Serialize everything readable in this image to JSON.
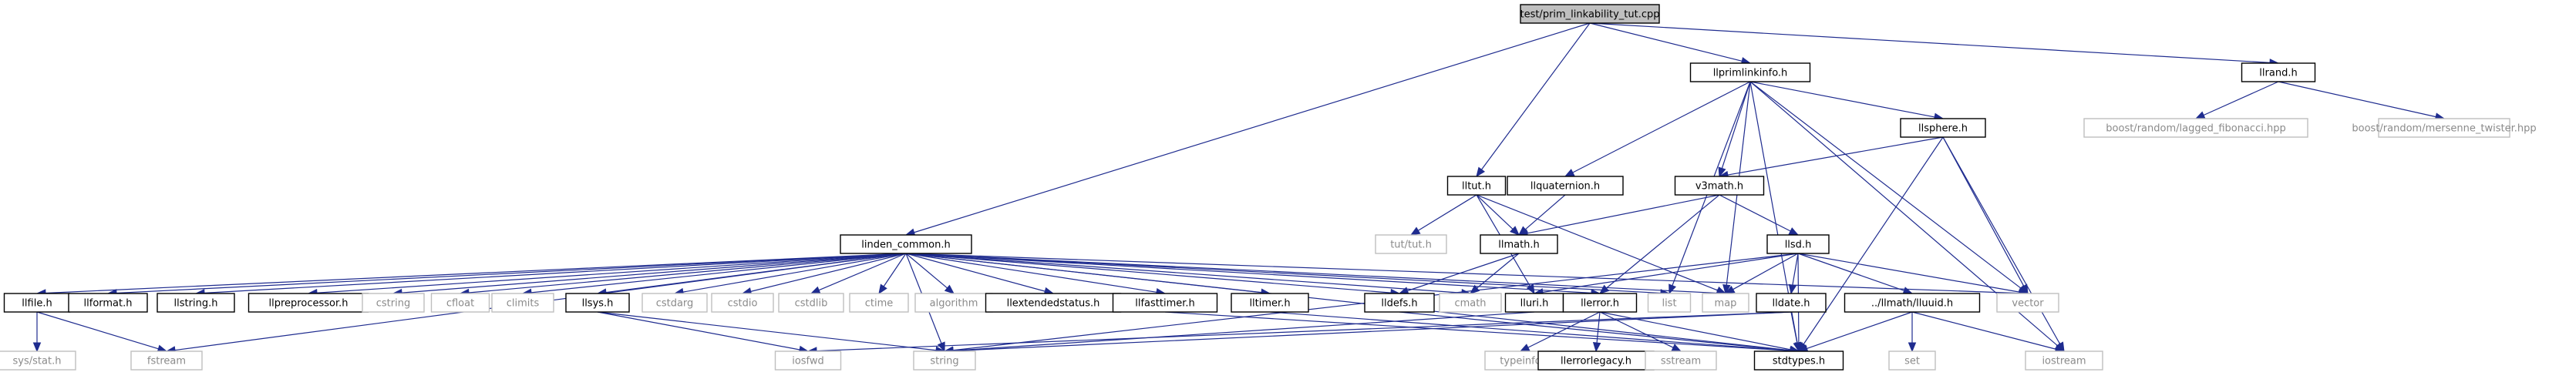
{
  "graph": {
    "root": "test/prim_linkability_tut.cpp",
    "nodes": [
      {
        "id": "root",
        "label": "test/prim_linkability_tut.cpp",
        "kind": "root"
      },
      {
        "id": "llprimlinkinfo",
        "label": "llprimlinkinfo.h",
        "kind": "doc"
      },
      {
        "id": "llrand",
        "label": "llrand.h",
        "kind": "doc"
      },
      {
        "id": "lagged",
        "label": "boost/random/lagged_fibonacci.hpp",
        "kind": "sys"
      },
      {
        "id": "mersenne",
        "label": "boost/random/mersenne_twister.hpp",
        "kind": "sys"
      },
      {
        "id": "llsphere",
        "label": "llsphere.h",
        "kind": "doc"
      },
      {
        "id": "lltut",
        "label": "lltut.h",
        "kind": "doc"
      },
      {
        "id": "llquaternion",
        "label": "llquaternion.h",
        "kind": "doc"
      },
      {
        "id": "v3math",
        "label": "v3math.h",
        "kind": "doc"
      },
      {
        "id": "linden",
        "label": "linden_common.h",
        "kind": "doc"
      },
      {
        "id": "tuttut",
        "label": "tut/tut.h",
        "kind": "sys"
      },
      {
        "id": "llmath",
        "label": "llmath.h",
        "kind": "doc"
      },
      {
        "id": "llsd",
        "label": "llsd.h",
        "kind": "doc"
      },
      {
        "id": "llfile",
        "label": "llfile.h",
        "kind": "doc"
      },
      {
        "id": "llformat",
        "label": "llformat.h",
        "kind": "doc"
      },
      {
        "id": "llstring",
        "label": "llstring.h",
        "kind": "doc"
      },
      {
        "id": "llpreprocessor",
        "label": "llpreprocessor.h",
        "kind": "doc"
      },
      {
        "id": "cstring",
        "label": "cstring",
        "kind": "sys"
      },
      {
        "id": "cfloat",
        "label": "cfloat",
        "kind": "sys"
      },
      {
        "id": "climits",
        "label": "climits",
        "kind": "sys"
      },
      {
        "id": "llsys",
        "label": "llsys.h",
        "kind": "doc"
      },
      {
        "id": "cstdarg",
        "label": "cstdarg",
        "kind": "sys"
      },
      {
        "id": "cstdio",
        "label": "cstdio",
        "kind": "sys"
      },
      {
        "id": "cstdlib",
        "label": "cstdlib",
        "kind": "sys"
      },
      {
        "id": "ctime",
        "label": "ctime",
        "kind": "sys"
      },
      {
        "id": "algorithm",
        "label": "algorithm",
        "kind": "sys"
      },
      {
        "id": "llextendedstatus",
        "label": "llextendedstatus.h",
        "kind": "doc"
      },
      {
        "id": "llfasttimer",
        "label": "llfasttimer.h",
        "kind": "doc"
      },
      {
        "id": "lltimer",
        "label": "lltimer.h",
        "kind": "doc"
      },
      {
        "id": "lldefs",
        "label": "lldefs.h",
        "kind": "doc"
      },
      {
        "id": "cmath",
        "label": "cmath",
        "kind": "sys"
      },
      {
        "id": "lluri",
        "label": "lluri.h",
        "kind": "doc"
      },
      {
        "id": "llerror",
        "label": "llerror.h",
        "kind": "doc"
      },
      {
        "id": "list",
        "label": "list",
        "kind": "sys"
      },
      {
        "id": "map",
        "label": "map",
        "kind": "sys"
      },
      {
        "id": "lldate",
        "label": "lldate.h",
        "kind": "doc"
      },
      {
        "id": "lluuid",
        "label": "../llmath/lluuid.h",
        "kind": "doc"
      },
      {
        "id": "vector",
        "label": "vector",
        "kind": "sys"
      },
      {
        "id": "systat",
        "label": "sys/stat.h",
        "kind": "sys"
      },
      {
        "id": "fstream",
        "label": "fstream",
        "kind": "sys"
      },
      {
        "id": "iosfwd",
        "label": "iosfwd",
        "kind": "sys"
      },
      {
        "id": "string",
        "label": "string",
        "kind": "sys"
      },
      {
        "id": "typeinfo",
        "label": "typeinfo",
        "kind": "sys"
      },
      {
        "id": "llerrorlegacy",
        "label": "llerrorlegacy.h",
        "kind": "doc"
      },
      {
        "id": "sstream",
        "label": "sstream",
        "kind": "sys"
      },
      {
        "id": "stdtypes",
        "label": "stdtypes.h",
        "kind": "doc"
      },
      {
        "id": "set",
        "label": "set",
        "kind": "sys"
      },
      {
        "id": "iostream",
        "label": "iostream",
        "kind": "sys"
      }
    ],
    "edges": [
      [
        "root",
        "llprimlinkinfo"
      ],
      [
        "root",
        "llrand"
      ],
      [
        "root",
        "lltut"
      ],
      [
        "root",
        "linden"
      ],
      [
        "llrand",
        "lagged"
      ],
      [
        "llrand",
        "mersenne"
      ],
      [
        "llprimlinkinfo",
        "llsphere"
      ],
      [
        "llprimlinkinfo",
        "llquaternion"
      ],
      [
        "llprimlinkinfo",
        "v3math"
      ],
      [
        "llprimlinkinfo",
        "list"
      ],
      [
        "llprimlinkinfo",
        "map"
      ],
      [
        "llprimlinkinfo",
        "vector"
      ],
      [
        "llprimlinkinfo",
        "stdtypes"
      ],
      [
        "llprimlinkinfo",
        "iostream"
      ],
      [
        "llsphere",
        "v3math"
      ],
      [
        "llsphere",
        "vector"
      ],
      [
        "llsphere",
        "iostream"
      ],
      [
        "llsphere",
        "stdtypes"
      ],
      [
        "lltut",
        "tuttut"
      ],
      [
        "lltut",
        "llmath"
      ],
      [
        "lltut",
        "lluri"
      ],
      [
        "lltut",
        "map"
      ],
      [
        "llquaternion",
        "llmath"
      ],
      [
        "v3math",
        "llmath"
      ],
      [
        "v3math",
        "llerror"
      ],
      [
        "v3math",
        "llsd"
      ],
      [
        "llmath",
        "cmath"
      ],
      [
        "llmath",
        "lldefs"
      ],
      [
        "llsd",
        "lldate"
      ],
      [
        "llsd",
        "lluuid"
      ],
      [
        "llsd",
        "map"
      ],
      [
        "llsd",
        "vector"
      ],
      [
        "llsd",
        "stdtypes"
      ],
      [
        "llsd",
        "string"
      ],
      [
        "llsd",
        "lluri"
      ],
      [
        "linden",
        "llfile"
      ],
      [
        "linden",
        "llformat"
      ],
      [
        "linden",
        "llstring"
      ],
      [
        "linden",
        "llpreprocessor"
      ],
      [
        "linden",
        "cstring"
      ],
      [
        "linden",
        "cfloat"
      ],
      [
        "linden",
        "climits"
      ],
      [
        "linden",
        "llsys"
      ],
      [
        "linden",
        "cstdarg"
      ],
      [
        "linden",
        "cstdio"
      ],
      [
        "linden",
        "cstdlib"
      ],
      [
        "linden",
        "ctime"
      ],
      [
        "linden",
        "algorithm"
      ],
      [
        "linden",
        "llextendedstatus"
      ],
      [
        "linden",
        "llfasttimer"
      ],
      [
        "linden",
        "lltimer"
      ],
      [
        "linden",
        "lldefs"
      ],
      [
        "linden",
        "cmath"
      ],
      [
        "linden",
        "llerror"
      ],
      [
        "linden",
        "list"
      ],
      [
        "linden",
        "map"
      ],
      [
        "linden",
        "vector"
      ],
      [
        "linden",
        "fstream"
      ],
      [
        "linden",
        "string"
      ],
      [
        "linden",
        "stdtypes"
      ],
      [
        "llfile",
        "systat"
      ],
      [
        "llfile",
        "fstream"
      ],
      [
        "llsys",
        "iosfwd"
      ],
      [
        "llsys",
        "string"
      ],
      [
        "lltimer",
        "stdtypes"
      ],
      [
        "lldefs",
        "stdtypes"
      ],
      [
        "llfasttimer",
        "stdtypes"
      ],
      [
        "lluri",
        "string"
      ],
      [
        "llerror",
        "typeinfo"
      ],
      [
        "llerror",
        "llerrorlegacy"
      ],
      [
        "llerror",
        "sstream"
      ],
      [
        "llerror",
        "stdtypes"
      ],
      [
        "lldate",
        "iosfwd"
      ],
      [
        "lldate",
        "string"
      ],
      [
        "lldate",
        "stdtypes"
      ],
      [
        "lluuid",
        "set"
      ],
      [
        "lluuid",
        "stdtypes"
      ],
      [
        "lluuid",
        "iostream"
      ]
    ]
  },
  "colors": {
    "edge": "#1f2c8f",
    "root_fill": "#bfbfbf",
    "sys_border": "#bfbfbf",
    "sys_text": "#8a8a8a"
  }
}
